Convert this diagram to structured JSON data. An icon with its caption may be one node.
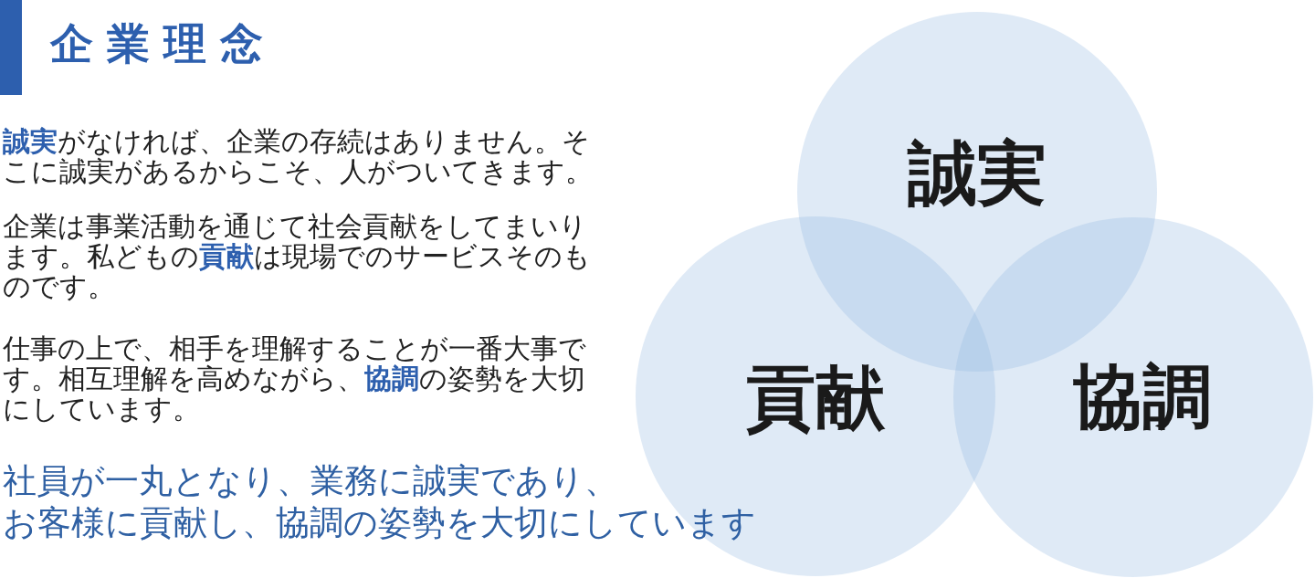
{
  "diagram": {
    "title": "企業理念",
    "nodes": [
      {
        "text": [
          "誠実"
        ]
      },
      {
        "text": [
          "貢献"
        ]
      },
      {
        "text": [
          "協調"
        ]
      }
    ],
    "labels": [
      "**誠実**がなければ、企業の存続はありません。そこに誠実があるからこそ、人がついてきます。",
      "企業は事業活動を通じて社会貢献をしてまいります。私どもの**貢献**は現場でのサービスそのものです。",
      "仕事の上で、相手を理解することが一番大事です。相互理解を高めながら、**協調**の姿勢を大切にしています。",
      "社員が一丸となり、業務に誠実であり、お客様に貢献し、協調の姿勢を大切にしています"
    ]
  }
}
